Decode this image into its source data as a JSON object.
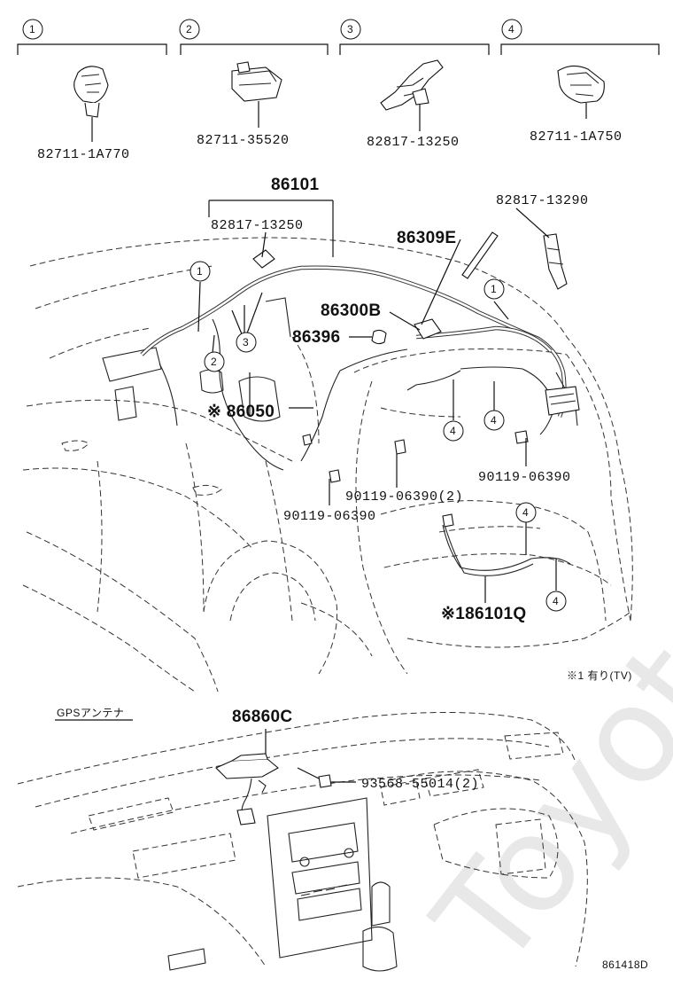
{
  "watermark": "Toyota-Tech.ru",
  "callout_markers": {
    "c1": "1",
    "c2": "2",
    "c3": "3",
    "c4": "4"
  },
  "top_parts": [
    {
      "marker": "1",
      "part_no": "82711-1A770"
    },
    {
      "marker": "2",
      "part_no": "82711-35520"
    },
    {
      "marker": "3",
      "part_no": "82817-13250"
    },
    {
      "marker": "4",
      "part_no": "82711-1A750"
    }
  ],
  "labels": {
    "p86101": "86101",
    "p82817_13250": "82817-13250",
    "p82817_13290": "82817-13290",
    "p86309E": "86309E",
    "p86300B": "86300B",
    "p86396": "86396",
    "p86050": "※ 86050",
    "p90119_right": "90119-06390",
    "p90119_mid": "90119-06390(2)",
    "p90119_left": "90119-06390",
    "p86101Q": "※186101Q",
    "note": "※1 有り(TV)",
    "gps_title": "GPSアンテナ",
    "p86860C": "86860C",
    "p93568": "93568-55014(2)",
    "figure_id": "861418D"
  }
}
